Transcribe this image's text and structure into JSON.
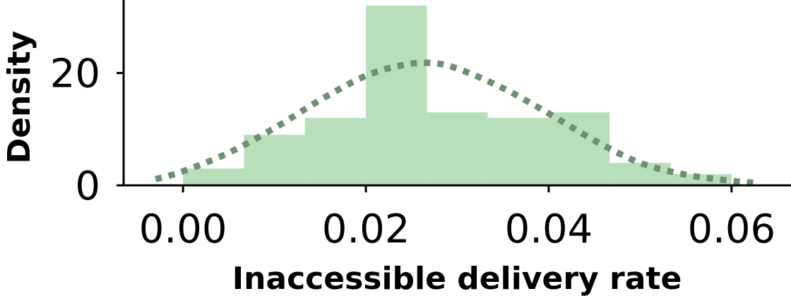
{
  "chart_data": {
    "type": "histogram",
    "xlabel": "Inaccessible delivery rate",
    "ylabel": "Density",
    "xlim": [
      -0.0065,
      0.0665
    ],
    "ylim": [
      0,
      33
    ],
    "x_ticks": [
      0.0,
      0.02,
      0.04,
      0.06
    ],
    "x_tick_labels": [
      "0.00",
      "0.02",
      "0.04",
      "0.06"
    ],
    "y_ticks": [
      0,
      20
    ],
    "y_tick_labels": [
      "0",
      "20"
    ],
    "grid": false,
    "histogram": {
      "bin_edges": [
        0.0,
        0.00667,
        0.01333,
        0.02,
        0.02667,
        0.03333,
        0.04,
        0.04667,
        0.05333,
        0.06
      ],
      "values": [
        3,
        9,
        12,
        32,
        13,
        12,
        13,
        4,
        2
      ],
      "color": "#b9dfba"
    },
    "density_curve": {
      "style": "dotted",
      "color": "#6f8f72",
      "x": [
        -0.003,
        0.0,
        0.005,
        0.01,
        0.015,
        0.02,
        0.024,
        0.027,
        0.03,
        0.035,
        0.04,
        0.045,
        0.05,
        0.055,
        0.06,
        0.063
      ],
      "y": [
        1.1,
        2.5,
        5.8,
        10.2,
        15.2,
        19.5,
        21.4,
        21.8,
        20.8,
        17.3,
        12.8,
        8.0,
        4.0,
        1.9,
        0.8,
        0.4
      ]
    }
  }
}
